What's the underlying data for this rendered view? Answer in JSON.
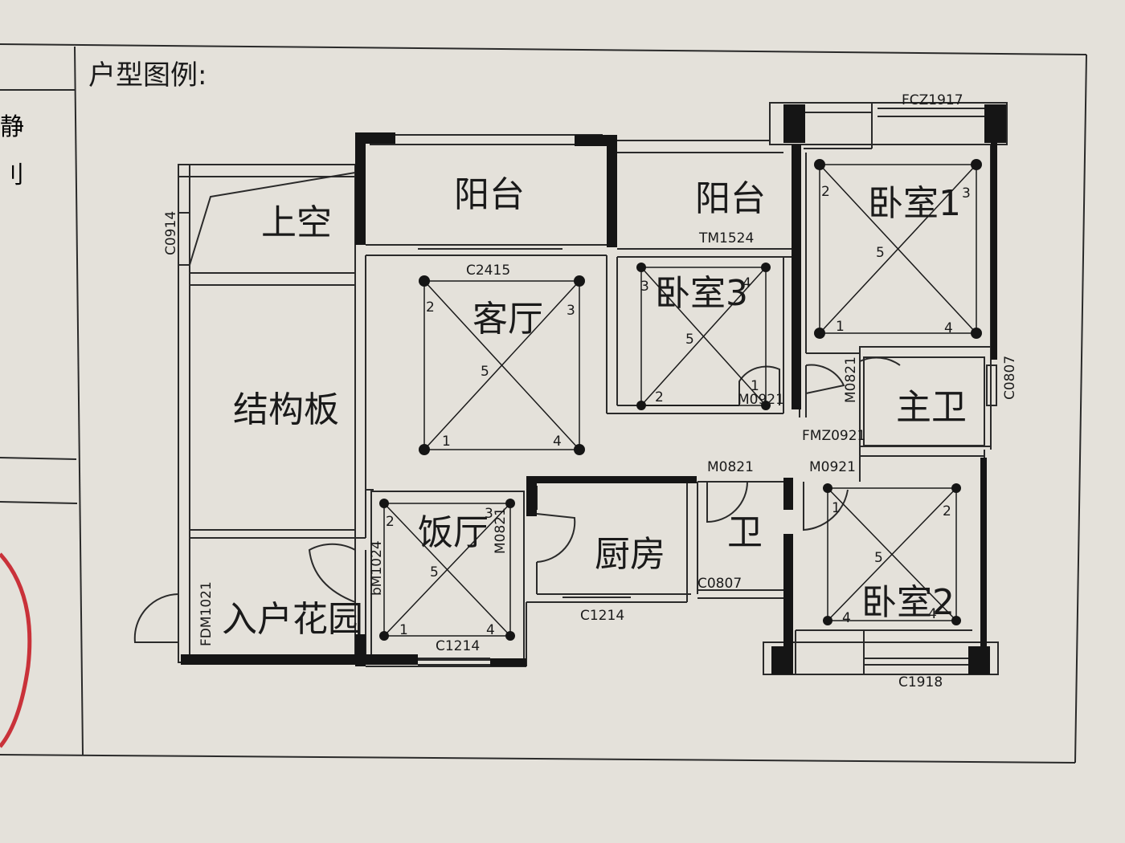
{
  "header": {
    "title": "户型图例:"
  },
  "left_margin": {
    "char1": "静",
    "char2": "刂"
  },
  "colors": {
    "wall": "#151515",
    "line": "#2a2a2a",
    "paper": "#e4e1da",
    "stamp": "#c9323a"
  },
  "rooms": {
    "shangkong": "上空",
    "yangtai_1": "阳台",
    "yangtai_2": "阳台",
    "woshi_1": "卧室1",
    "jiegouban": "结构板",
    "keting": "客厅",
    "woshi_3": "卧室3",
    "zhuwei": "主卫",
    "fanting": "饭厅",
    "chufang": "厨房",
    "wei": "卫",
    "woshi_2": "卧室2",
    "ruhu_huayuan": "入户花园"
  },
  "openings": {
    "fcz1917": "FCZ1917",
    "c0914": "C0914",
    "tm1524": "TM1524",
    "c2415": "C2415",
    "m0921_a": "M0921",
    "m0821_a": "M0821",
    "c0807_a": "C0807",
    "fmz0921": "FMZ0921",
    "m0821_b": "M0821",
    "m0921_b": "M0921",
    "m0821_c": "M0821",
    "bm1024": "bM1024",
    "c0807_b": "C0807",
    "c1214_a": "C1214",
    "c1214_b": "C1214",
    "fdm1021": "FDM1021",
    "c1918": "C1918"
  },
  "markers": [
    "1",
    "2",
    "3",
    "4",
    "5"
  ]
}
